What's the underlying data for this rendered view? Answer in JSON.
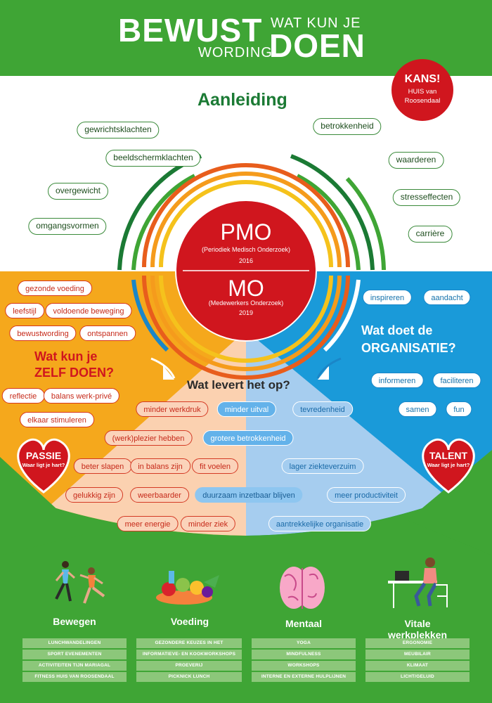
{
  "header": {
    "word1": "BEWUST",
    "word2": "WORDING",
    "word3": "WAT KUN JE",
    "word4": "DOEN"
  },
  "kans": {
    "title": "KANS!",
    "line1": "HUIS van",
    "line2": "Roosendaal"
  },
  "aanleiding": {
    "title": "Aanleiding",
    "left": [
      "gewrichtsklachten",
      "beeldschermklachten",
      "overgewicht",
      "omgangsvormen"
    ],
    "right": [
      "betrokkenheid",
      "waarderen",
      "stresseffecten",
      "carrière"
    ]
  },
  "center": {
    "pmo": "PMO",
    "pmo_sub": "(Periodiek Medisch Onderzoek)",
    "pmo_year": "2016",
    "mo": "MO",
    "mo_sub": "(Medewerkers Onderzoek)",
    "mo_year": "2019"
  },
  "self": {
    "items_top": [
      "gezonde voeding",
      "leefstijl",
      "voldoende beweging",
      "bewustwording",
      "ontspannen"
    ],
    "title1": "Wat kun je",
    "title2": "ZELF DOEN?",
    "items_bottom": [
      "reflectie",
      "balans werk-privé",
      "elkaar stimuleren"
    ]
  },
  "org": {
    "items_top": [
      "inspireren",
      "aandacht"
    ],
    "title1": "Wat doet de",
    "title2": "ORGANISATIE?",
    "items_bottom": [
      "informeren",
      "faciliteren",
      "samen",
      "fun"
    ]
  },
  "passie": {
    "title": "PASSIE",
    "sub": "Waar ligt je hart?"
  },
  "talent": {
    "title": "TALENT",
    "sub": "Waar ligt je hart?"
  },
  "result": {
    "title": "Wat levert het op?",
    "left": [
      "minder werkdruk",
      "(werk)plezier hebben",
      "beter slapen",
      "in balans zijn",
      "fit voelen",
      "gelukkig zijn",
      "weerbaarder",
      "meer energie",
      "minder ziek"
    ],
    "right": [
      "minder uitval",
      "tevredenheid",
      "grotere betrokkenheid",
      "lager ziekteverzuim",
      "duurzaam inzetbaar blijven",
      "meer productiviteit",
      "aantrekkelijke organisatie"
    ]
  },
  "categories": [
    {
      "title": "Bewegen",
      "items": [
        "LUNCHWANDELINGEN",
        "SPORT EVENEMENTEN",
        "ACTIVITEITEN TIJN MARIAGAL",
        "FITNESS HUIS VAN ROOSENDAAL"
      ]
    },
    {
      "title": "Voeding",
      "items": [
        "GEZONDERE KEUZES IN HET EETWERKCAFÉ",
        "INFORMATIEVE- EN KOOKWORKSHOPS",
        "PROEVERIJ",
        "PICKNICK LUNCH"
      ]
    },
    {
      "title": "Mentaal",
      "items": [
        "YOGA",
        "MINDFULNESS",
        "WORKSHOPS",
        "INTERNE EN EXTERNE HULPLIJNEN"
      ]
    },
    {
      "title": "Vitale werkplekken",
      "items": [
        "ERGONOMIE",
        "MEUBILAIR",
        "KLIMAAT",
        "LICHT/GELUID"
      ]
    }
  ],
  "colors": {
    "green": "#3fa535",
    "orange": "#f5a81c",
    "blue": "#1a9ad9",
    "red": "#d0161e",
    "dark_green": "#1b7a34"
  }
}
